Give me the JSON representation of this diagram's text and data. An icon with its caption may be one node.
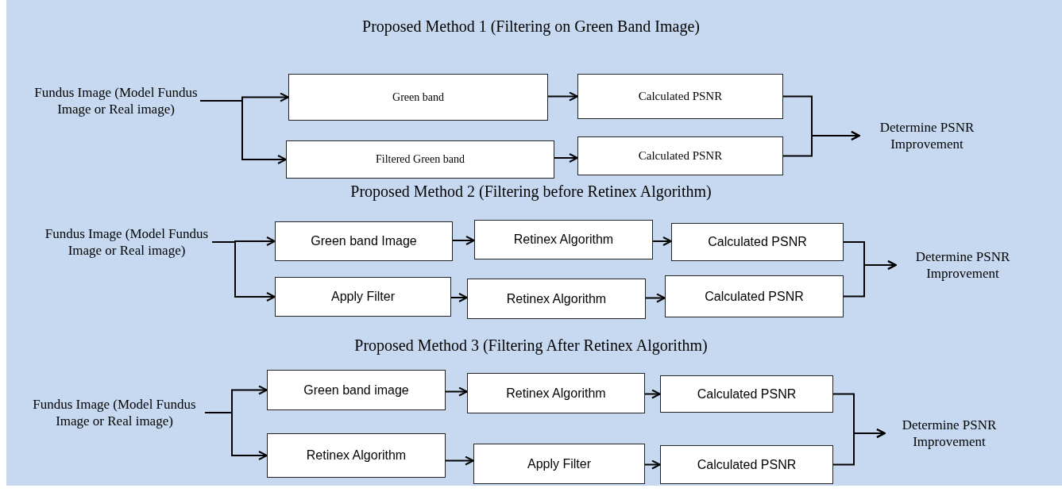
{
  "diagram": {
    "nodes": [
      {
        "text": [
          "Fundus Image (Model Fundus Image or Real image)"
        ]
      },
      {
        "text": [
          "Green band"
        ]
      },
      {
        "text": [
          "Filtered Green band"
        ]
      },
      {
        "text": [
          "Calculated PSNR"
        ]
      },
      {
        "text": [
          "Calculated PSNR"
        ]
      },
      {
        "text": [
          "Determine PSNR Improvement"
        ]
      },
      {
        "text": [
          "Fundus Image (Model Fundus Image or Real image)"
        ]
      },
      {
        "text": [
          "Green band Image"
        ]
      },
      {
        "text": [
          "Retinex Algorithm"
        ]
      },
      {
        "text": [
          "Calculated PSNR"
        ]
      },
      {
        "text": [
          "Apply Filter"
        ]
      },
      {
        "text": [
          "Retinex Algorithm"
        ]
      },
      {
        "text": [
          "Calculated PSNR"
        ]
      },
      {
        "text": [
          "Determine PSNR Improvement"
        ]
      },
      {
        "text": [
          "Fundus Image (Model Fundus Image or Real image)"
        ]
      },
      {
        "text": [
          "Green band image"
        ]
      },
      {
        "text": [
          "Retinex Algorithm"
        ]
      },
      {
        "text": [
          "Calculated PSNR"
        ]
      },
      {
        "text": [
          "Retinex Algorithm"
        ]
      },
      {
        "text": [
          "Apply Filter"
        ]
      },
      {
        "text": [
          "Calculated PSNR"
        ]
      },
      {
        "text": [
          "Determine PSNR Improvement"
        ]
      }
    ],
    "edges": [
      {
        "from": 0,
        "to": 1,
        "arrow": "to"
      },
      {
        "from": 0,
        "to": 2,
        "arrow": "to"
      },
      {
        "from": 1,
        "to": 3,
        "arrow": "to"
      },
      {
        "from": 2,
        "to": 4,
        "arrow": "to"
      },
      {
        "from": 3,
        "to": 5,
        "arrow": "to"
      },
      {
        "from": 4,
        "to": 5,
        "arrow": "to"
      },
      {
        "from": 6,
        "to": 7,
        "arrow": "to"
      },
      {
        "from": 6,
        "to": 10,
        "arrow": "to"
      },
      {
        "from": 7,
        "to": 8,
        "arrow": "to"
      },
      {
        "from": 8,
        "to": 9,
        "arrow": "to"
      },
      {
        "from": 10,
        "to": 11,
        "arrow": "to"
      },
      {
        "from": 11,
        "to": 12,
        "arrow": "to"
      },
      {
        "from": 9,
        "to": 13,
        "arrow": "to"
      },
      {
        "from": 12,
        "to": 13,
        "arrow": "to"
      },
      {
        "from": 14,
        "to": 15,
        "arrow": "to"
      },
      {
        "from": 14,
        "to": 18,
        "arrow": "to"
      },
      {
        "from": 15,
        "to": 16,
        "arrow": "to"
      },
      {
        "from": 16,
        "to": 17,
        "arrow": "to"
      },
      {
        "from": 18,
        "to": 19,
        "arrow": "to"
      },
      {
        "from": 19,
        "to": 20,
        "arrow": "to"
      },
      {
        "from": 17,
        "to": 21,
        "arrow": "to"
      },
      {
        "from": 20,
        "to": 21,
        "arrow": "to"
      }
    ],
    "labels": [
      "Proposed Method 1 (Filtering on Green Band Image)",
      "Proposed Method 2 (Filtering before Retinex Algorithm)",
      "Proposed Method 3 (Filtering After Retinex Algorithm)"
    ]
  }
}
